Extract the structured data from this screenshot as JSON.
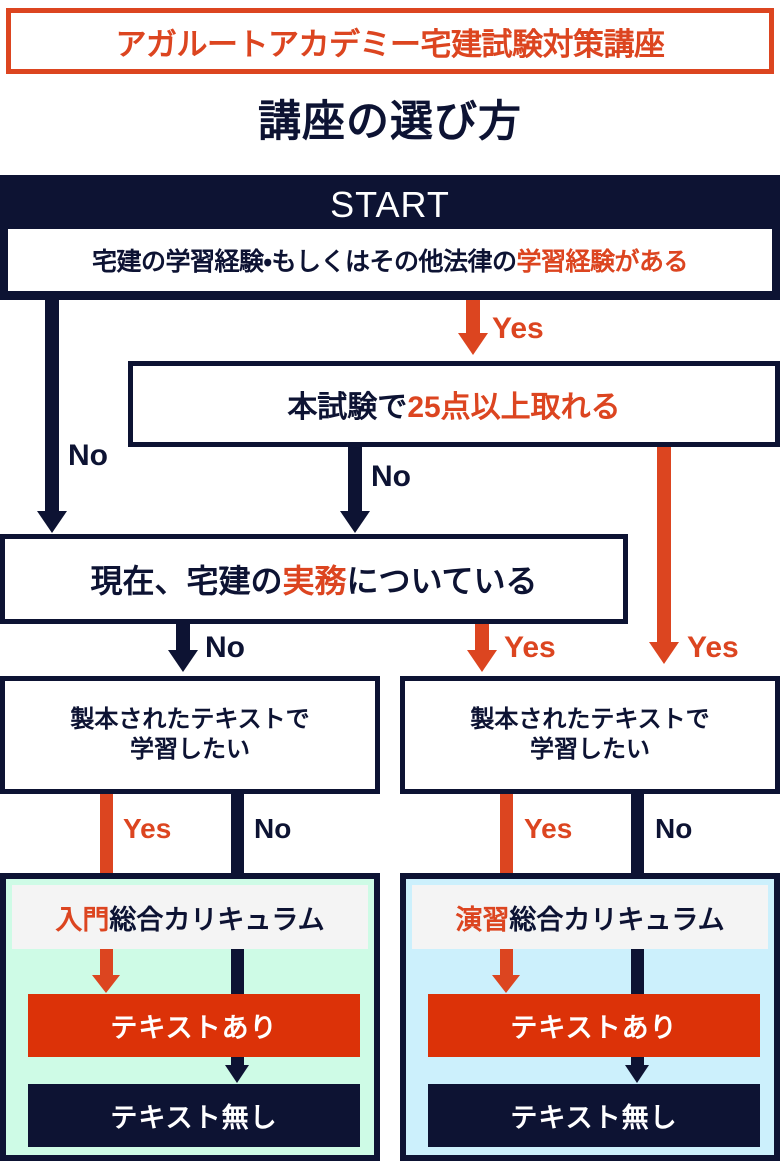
{
  "header": {
    "banner_text": "アガルートアカデミー宅建試験対策講座",
    "page_title": "講座の選び方"
  },
  "colors": {
    "orange": "#DC4520",
    "orange_fill": "#DC3208",
    "navy": "#0D1333",
    "mint": "#CEFBE6",
    "light_blue": "#CCF0FC",
    "panel_head_gray": "#F4F4F4",
    "white": "#FFFFFF"
  },
  "flow": {
    "start_label": "START",
    "q1": {
      "plain_a": "宅建の学習経験・もしくはその他法律の",
      "highlight": "学習経験がある"
    },
    "q2": {
      "plain_a": "本試験で",
      "highlight": "25点以上取れる"
    },
    "q3": {
      "plain_a": "現在、宅建の",
      "highlight": "実務",
      "plain_b": "についている"
    },
    "option_left": {
      "line1": "製本されたテキストで",
      "line2": "学習したい"
    },
    "option_right": {
      "line1": "製本されたテキストで",
      "line2": "学習したい"
    }
  },
  "edge_labels": {
    "q1_yes": "Yes",
    "q1_no": "No",
    "q2_no": "No",
    "q2_yes": "Yes",
    "q3_no": "No",
    "q3_yes": "Yes",
    "opt_left_yes": "Yes",
    "opt_left_no": "No",
    "opt_right_yes": "Yes",
    "opt_right_no": "No"
  },
  "results": {
    "left_panel": {
      "head_highlight": "入門",
      "head_plain": "総合カリキュラム",
      "with_text": "テキストあり",
      "without_text": "テキスト無し"
    },
    "right_panel": {
      "head_highlight": "演習",
      "head_plain": "総合カリキュラム",
      "with_text": "テキストあり",
      "without_text": "テキスト無し"
    }
  }
}
